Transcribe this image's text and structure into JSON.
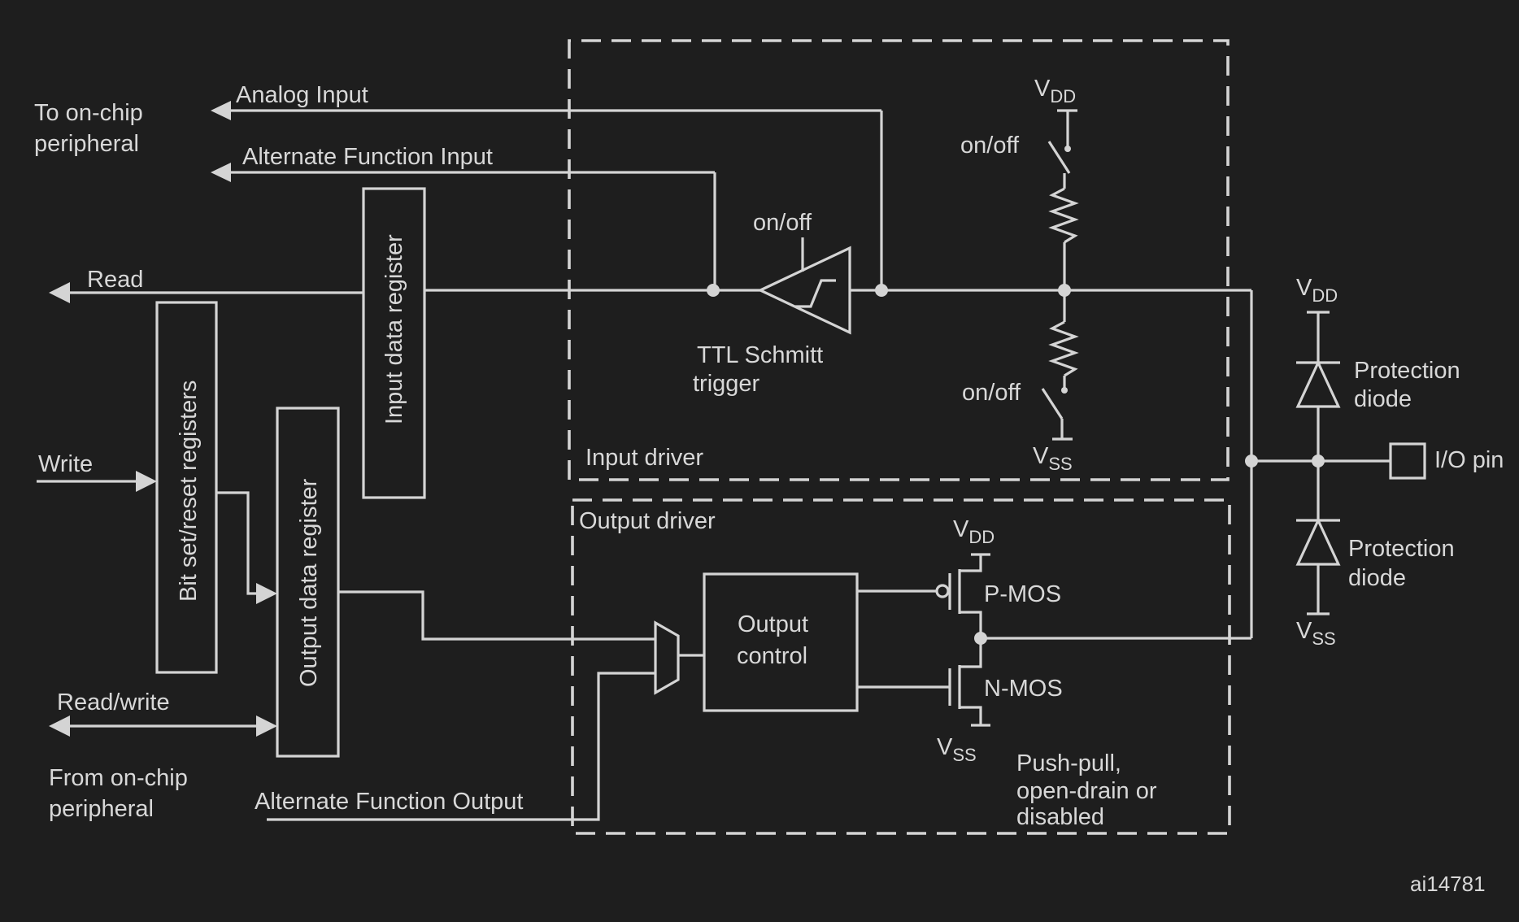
{
  "labels": {
    "to_onchip_line1": "To on-chip",
    "to_onchip_line2": "peripheral",
    "analog_input": "Analog Input",
    "alt_func_input": "Alternate Function Input",
    "read": "Read",
    "write": "Write",
    "read_write": "Read/write",
    "from_onchip_line1": "From on-chip",
    "from_onchip_line2": "peripheral",
    "alt_func_output": "Alternate Function Output",
    "input_data_register": "Input data register",
    "bit_set_reset": "Bit set/reset registers",
    "output_data_register": "Output data register",
    "on_off": "on/off",
    "ttl_line1": "TTL Schmitt",
    "ttl_line2": "trigger",
    "input_driver": "Input driver",
    "output_driver": "Output driver",
    "output_control_line1": "Output",
    "output_control_line2": "control",
    "pmos": "P-MOS",
    "nmos": "N-MOS",
    "push_pull_line1": "Push-pull,",
    "push_pull_line2": "open-drain or",
    "push_pull_line3": "disabled",
    "protection_line1": "Protection",
    "protection_line2": "diode",
    "io_pin": "I/O pin",
    "v": "V",
    "dd": "DD",
    "ss": "SS",
    "figure_id": "ai14781"
  }
}
